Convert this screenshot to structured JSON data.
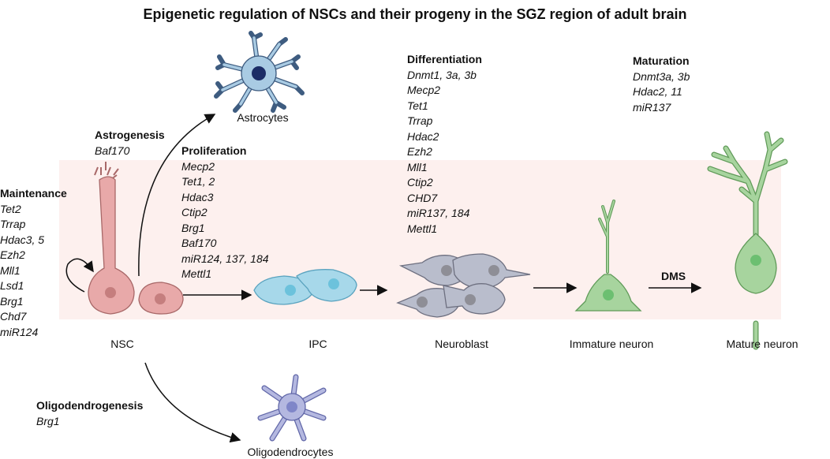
{
  "title": "Epigenetic regulation of NSCs and their progeny in the SGZ region of adult brain",
  "colors": {
    "band": "#fdf0ee",
    "nsc": "#e8a9a9",
    "nsc_nucleus": "#c57e7e",
    "ipc": "#a7d8ea",
    "ipc_nucleus": "#6cc2dc",
    "neuroblast": "#b9bdcc",
    "neuroblast_nucleus": "#8e8e96",
    "neuron": "#a7d49e",
    "neuron_nucleus": "#6cbf71",
    "astrocyte": "#a9cbe3",
    "astrocyte_nucleus": "#1b2c66",
    "oligodendrocyte": "#b4b8e0",
    "oligodendrocyte_nucleus": "#7f86c8"
  },
  "maintenance": {
    "heading": "Maintenance",
    "genes": [
      "Tet2",
      "Trrap",
      "Hdac3, 5",
      "Ezh2",
      "Mll1",
      "Lsd1",
      "Brg1",
      "Chd7",
      "miR124"
    ]
  },
  "astrogenesis": {
    "heading": "Astrogenesis",
    "genes": [
      "Baf170"
    ]
  },
  "proliferation": {
    "heading": "Proliferation",
    "genes": [
      "Mecp2",
      "Tet1, 2",
      "Hdac3",
      "Ctip2",
      "Brg1",
      "Baf170",
      "miR124, 137, 184",
      "Mettl1"
    ]
  },
  "differentiation": {
    "heading": "Differentiation",
    "genes": [
      "Dnmt1, 3a, 3b",
      "Mecp2",
      "Tet1",
      "Trrap",
      "Hdac2",
      "Ezh2",
      "Mll1",
      "Ctip2",
      "CHD7",
      "miR137, 184",
      "Mettl1"
    ]
  },
  "maturation": {
    "heading": "Maturation",
    "genes": [
      "Dnmt3a, 3b",
      "Hdac2, 11",
      "miR137"
    ]
  },
  "oligodendrogenesis": {
    "heading": "Oligodendrogenesis",
    "genes": [
      "Brg1"
    ]
  },
  "cells": {
    "astrocytes": "Astrocytes",
    "nsc": "NSC",
    "ipc": "IPC",
    "neuroblast": "Neuroblast",
    "immature_neuron": "Immature neuron",
    "mature_neuron": "Mature neuron",
    "oligodendrocytes": "Oligodendrocytes"
  },
  "dms_label": "DMS"
}
